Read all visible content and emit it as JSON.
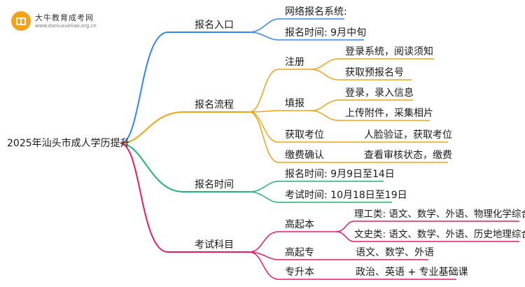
{
  "brand": {
    "name": "大牛教育成考网",
    "url": "www.daniuxueliao.org.cn"
  },
  "colors": {
    "root": "#4a4a4a",
    "entry": "#2f86f6",
    "process": "#f2a313",
    "time": "#22b573",
    "subjects": "#e8186d"
  },
  "mindmap": {
    "root": "2025年汕头市成人学历提升",
    "entry": {
      "label": "报名入口",
      "items": [
        "网络报名系统:",
        "报名时间: 9月中旬"
      ]
    },
    "process": {
      "label": "报名流程",
      "register": {
        "label": "注册",
        "items": [
          "登录系统，阅读须知",
          "获取预报名号"
        ]
      },
      "fill": {
        "label": "填报",
        "items": [
          "登录，录入信息",
          "上传附件，采集相片"
        ]
      },
      "seat": {
        "label": "获取考位",
        "item": "人脸验证，获取考位"
      },
      "pay": {
        "label": "缴费确认",
        "item": "查看审核状态，缴费"
      }
    },
    "time": {
      "label": "报名时间",
      "items": [
        "报名时间: 9月9日至14日",
        "考试时间: 10月18日至19日"
      ]
    },
    "subjects": {
      "label": "考试科目",
      "gqb": {
        "label": "高起本",
        "items": [
          "理工类: 语文、数学、外语、物理化学综合",
          "文史类: 语文、数学、外语、历史地理综合"
        ]
      },
      "gqz": {
        "label": "高起专",
        "item": "语文、数学、外语"
      },
      "zsb": {
        "label": "专升本",
        "item": "政治、英语 + 专业基础课"
      }
    }
  }
}
